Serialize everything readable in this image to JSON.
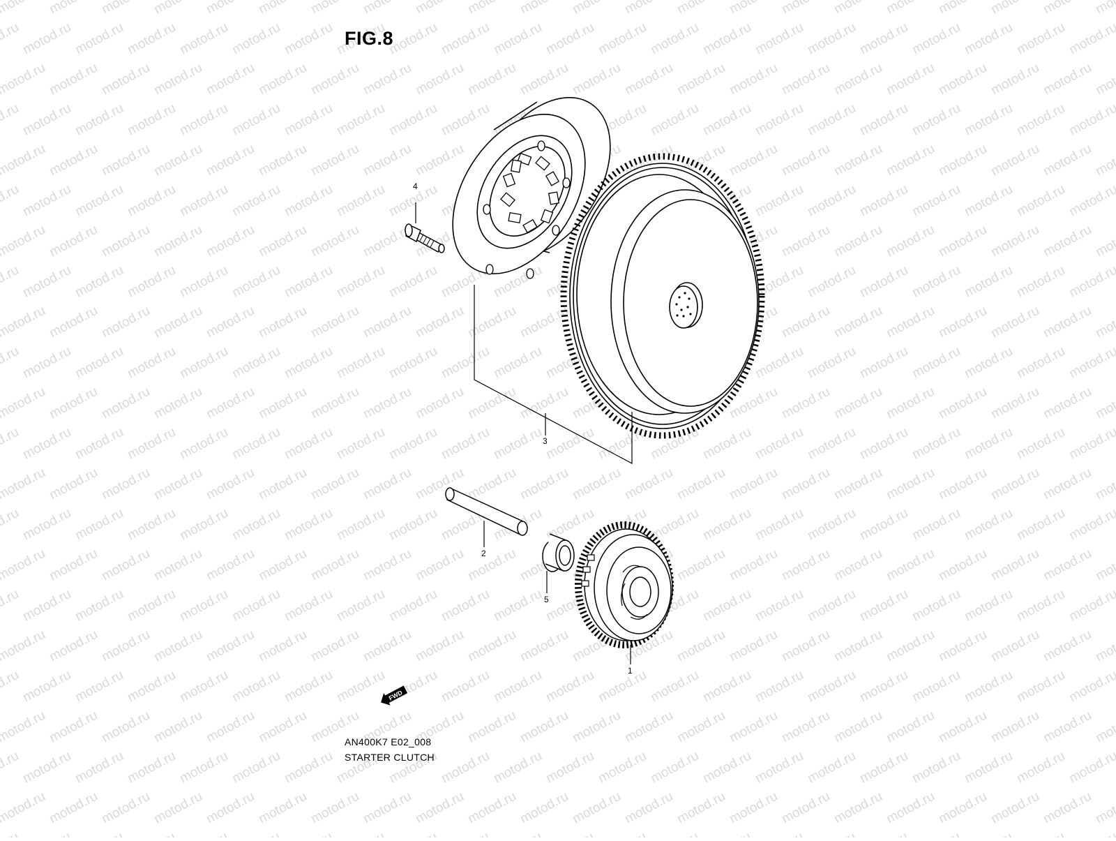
{
  "figure": {
    "title": "FIG.8"
  },
  "watermark": {
    "text": "motod.ru"
  },
  "parts": [
    {
      "number": "1",
      "icon": "driven-gear-icon"
    },
    {
      "number": "2",
      "icon": "shaft-icon"
    },
    {
      "number": "3",
      "icon": "starter-clutch-assembly-icon"
    },
    {
      "number": "4",
      "icon": "bolt-icon"
    },
    {
      "number": "5",
      "icon": "bushing-icon"
    }
  ],
  "direction_marker": {
    "label": "FWD",
    "icon": "forward-arrow-icon"
  },
  "footer": {
    "code": "AN400K7 E02_008",
    "name": "STARTER CLUTCH"
  }
}
